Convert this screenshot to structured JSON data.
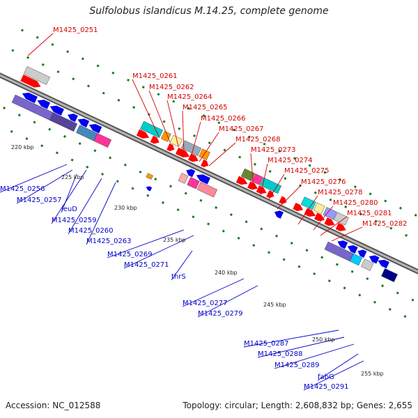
{
  "title": "Sulfolobus islandicus M.14.25, complete genome",
  "footer": {
    "accession": "Accession: NC_012588",
    "topology": "Topology: circular; Length: 2,608,832 bp; Genes: 2,655"
  },
  "colors": {
    "forward_label": "#d40000",
    "reverse_label": "#0000c8",
    "backbone": "#8c8c8c",
    "tick": "#1a7a1a"
  },
  "scale_labels": [
    "220 kbp",
    "225 kbp",
    "230 kbp",
    "235 kbp",
    "240 kbp",
    "245 kbp",
    "250 kbp",
    "255 kbp"
  ],
  "forward_labels": [
    "M1425_0251",
    "M1425_0261",
    "M1425_0262",
    "M1425_0264",
    "M1425_0265",
    "M1425_0266",
    "M1425_0267",
    "M1425_0268",
    "M1425_0273",
    "M1425_0274",
    "M1425_0275",
    "M1425_0276",
    "M1425_0278",
    "M1425_0280",
    "M1425_0281",
    "M1425_0282"
  ],
  "reverse_labels": [
    "M1425_0256",
    "M1425_0257",
    "leuD",
    "M1425_0259",
    "M1425_0260",
    "M1425_0263",
    "M1425_0269",
    "M1425_0271",
    "thrS",
    "M1425_0277",
    "M1425_0279",
    "M1425_0287",
    "M1425_0288",
    "M1425_0289",
    "fabG",
    "M1425_0291"
  ]
}
